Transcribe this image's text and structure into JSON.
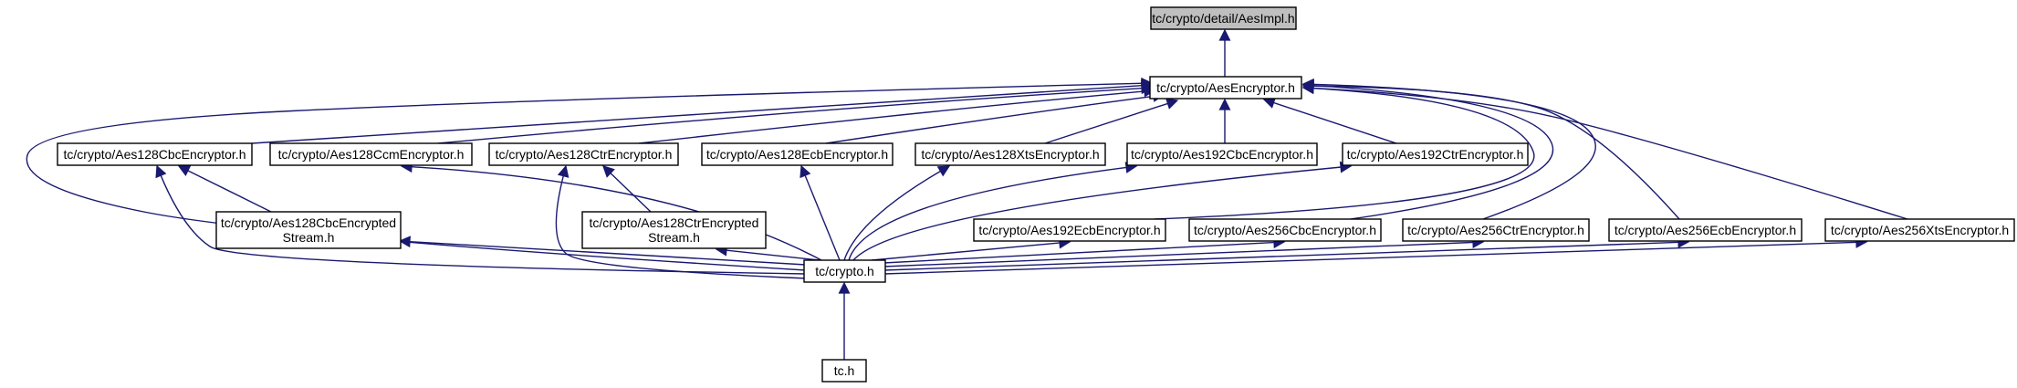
{
  "diagram": {
    "nodes": [
      {
        "id": "aesimpl",
        "lines": [
          "tc/crypto/detail/AesImpl.h"
        ],
        "root": true
      },
      {
        "id": "aesenc",
        "lines": [
          "tc/crypto/AesEncryptor.h"
        ]
      },
      {
        "id": "cbc128",
        "lines": [
          "tc/crypto/Aes128CbcEncryptor.h"
        ]
      },
      {
        "id": "ccm128",
        "lines": [
          "tc/crypto/Aes128CcmEncryptor.h"
        ]
      },
      {
        "id": "ctr128",
        "lines": [
          "tc/crypto/Aes128CtrEncryptor.h"
        ]
      },
      {
        "id": "ecb128",
        "lines": [
          "tc/crypto/Aes128EcbEncryptor.h"
        ]
      },
      {
        "id": "xts128",
        "lines": [
          "tc/crypto/Aes128XtsEncryptor.h"
        ]
      },
      {
        "id": "cbc192",
        "lines": [
          "tc/crypto/Aes192CbcEncryptor.h"
        ]
      },
      {
        "id": "ctr192",
        "lines": [
          "tc/crypto/Aes192CtrEncryptor.h"
        ]
      },
      {
        "id": "cbcstream128",
        "lines": [
          "tc/crypto/Aes128CbcEncrypted",
          "Stream.h"
        ]
      },
      {
        "id": "ctrstream128",
        "lines": [
          "tc/crypto/Aes128CtrEncrypted",
          "Stream.h"
        ]
      },
      {
        "id": "ecb192",
        "lines": [
          "tc/crypto/Aes192EcbEncryptor.h"
        ]
      },
      {
        "id": "cbc256",
        "lines": [
          "tc/crypto/Aes256CbcEncryptor.h"
        ]
      },
      {
        "id": "ctr256",
        "lines": [
          "tc/crypto/Aes256CtrEncryptor.h"
        ]
      },
      {
        "id": "ecb256",
        "lines": [
          "tc/crypto/Aes256EcbEncryptor.h"
        ]
      },
      {
        "id": "xts256",
        "lines": [
          "tc/crypto/Aes256XtsEncryptor.h"
        ]
      },
      {
        "id": "crypto",
        "lines": [
          "tc/crypto.h"
        ]
      },
      {
        "id": "tc",
        "lines": [
          "tc.h"
        ]
      }
    ],
    "edges": [
      {
        "from": "aesenc",
        "to": "aesimpl"
      },
      {
        "from": "cbc128",
        "to": "aesenc"
      },
      {
        "from": "ccm128",
        "to": "aesenc"
      },
      {
        "from": "ctr128",
        "to": "aesenc"
      },
      {
        "from": "ecb128",
        "to": "aesenc"
      },
      {
        "from": "xts128",
        "to": "aesenc"
      },
      {
        "from": "cbc192",
        "to": "aesenc"
      },
      {
        "from": "ctr192",
        "to": "aesenc"
      },
      {
        "from": "ecb192",
        "to": "aesenc"
      },
      {
        "from": "cbc256",
        "to": "aesenc"
      },
      {
        "from": "ctr256",
        "to": "aesenc"
      },
      {
        "from": "ecb256",
        "to": "aesenc"
      },
      {
        "from": "xts256",
        "to": "aesenc"
      },
      {
        "from": "crypto",
        "to": "aesenc"
      },
      {
        "from": "cbcstream128",
        "to": "cbc128"
      },
      {
        "from": "ctrstream128",
        "to": "ctr128"
      },
      {
        "from": "crypto",
        "to": "cbc128"
      },
      {
        "from": "crypto",
        "to": "ccm128"
      },
      {
        "from": "crypto",
        "to": "ctr128"
      },
      {
        "from": "crypto",
        "to": "ecb128"
      },
      {
        "from": "crypto",
        "to": "xts128"
      },
      {
        "from": "crypto",
        "to": "cbc192"
      },
      {
        "from": "crypto",
        "to": "ctr192"
      },
      {
        "from": "crypto",
        "to": "cbcstream128"
      },
      {
        "from": "crypto",
        "to": "ctrstream128"
      },
      {
        "from": "crypto",
        "to": "ecb192"
      },
      {
        "from": "crypto",
        "to": "cbc256"
      },
      {
        "from": "crypto",
        "to": "ctr256"
      },
      {
        "from": "crypto",
        "to": "ecb256"
      },
      {
        "from": "crypto",
        "to": "xts256"
      },
      {
        "from": "tc",
        "to": "crypto"
      }
    ],
    "colors": {
      "edge": "#191970",
      "root_fill": "#bfbfbf",
      "node_fill": "#ffffff",
      "border": "#000000"
    }
  }
}
